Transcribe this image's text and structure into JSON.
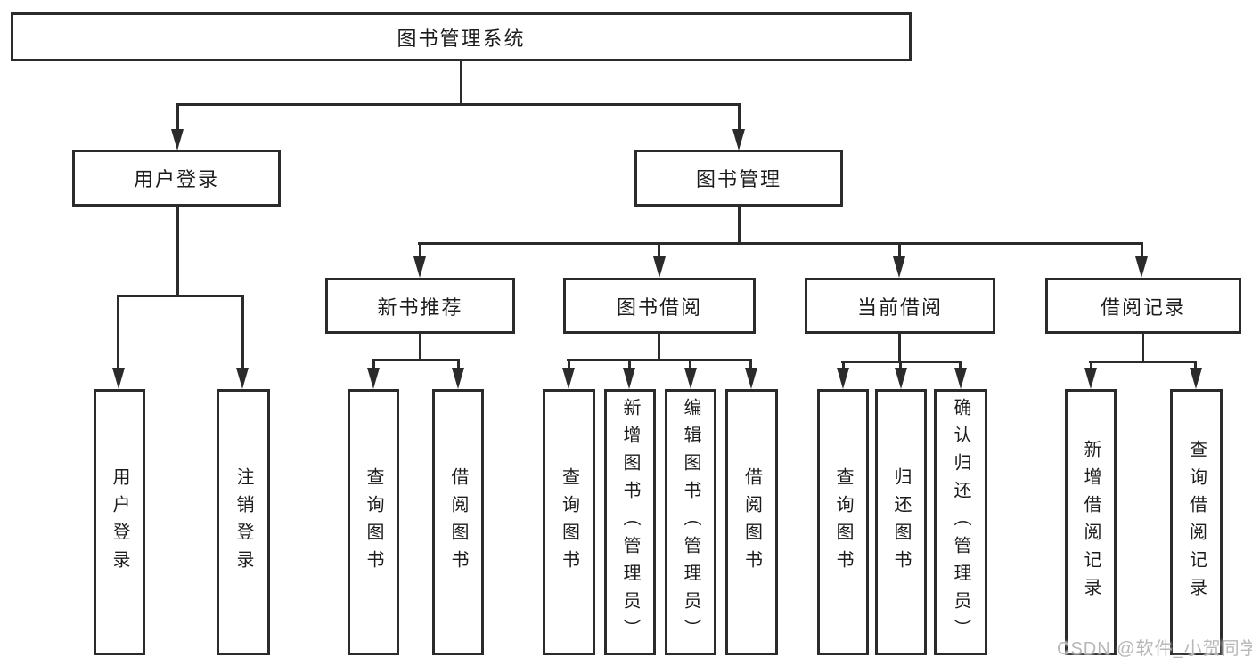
{
  "diagram_title": "图书管理系统",
  "colors": {
    "line": "#2b2b2b",
    "box_border": "#2b2b2b",
    "box_fill": "#ffffff",
    "text": "#1c1c1c",
    "watermark": "#b8b8b8",
    "background": "#ffffff"
  },
  "tree": {
    "label": "图书管理系统",
    "children": [
      {
        "label": "用户登录",
        "children": [
          {
            "label": "用户登录"
          },
          {
            "label": "注销登录"
          }
        ]
      },
      {
        "label": "图书管理",
        "children": [
          {
            "label": "新书推荐",
            "children": [
              {
                "label": "查询图书"
              },
              {
                "label": "借阅图书"
              }
            ]
          },
          {
            "label": "图书借阅",
            "children": [
              {
                "label": "查询图书"
              },
              {
                "label": "新增图书（管理员）"
              },
              {
                "label": "编辑图书（管理员）"
              },
              {
                "label": "借阅图书"
              }
            ]
          },
          {
            "label": "当前借阅",
            "children": [
              {
                "label": "查询图书"
              },
              {
                "label": "归还图书"
              },
              {
                "label": "确认归还（管理员）"
              }
            ]
          },
          {
            "label": "借阅记录",
            "children": [
              {
                "label": "新增借阅记录"
              },
              {
                "label": "查询借阅记录"
              }
            ]
          }
        ]
      }
    ]
  },
  "watermark": "CSDN @软件_小贺同学"
}
